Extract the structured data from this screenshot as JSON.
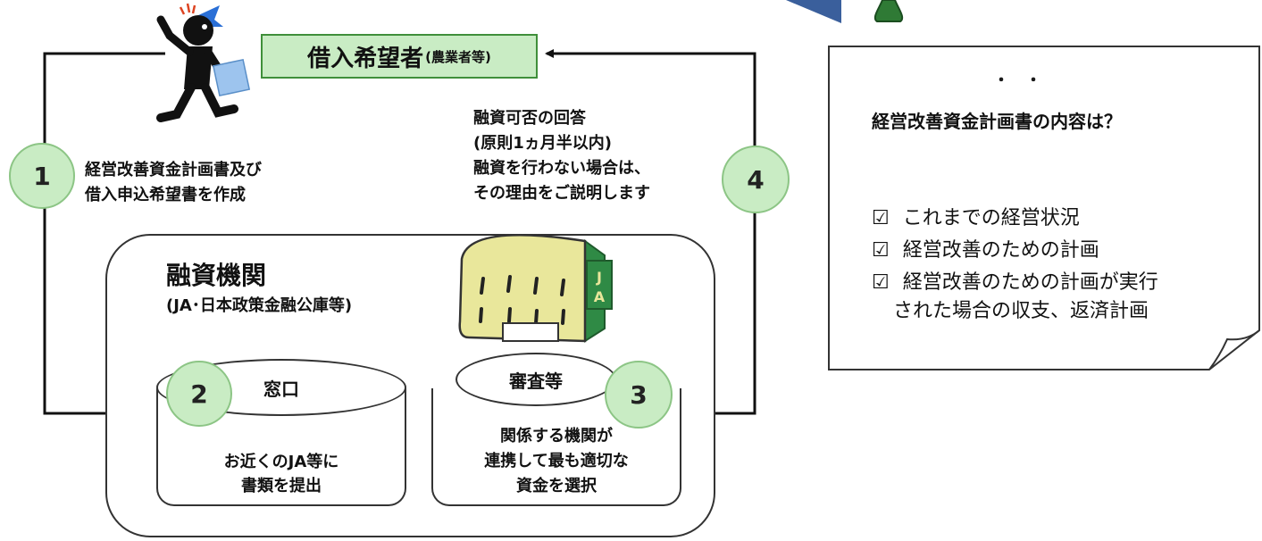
{
  "borrower": {
    "title": "借入希望者",
    "subtitle": "(農業者等)"
  },
  "steps": [
    {
      "number": "1",
      "lines": [
        "経営改善資金計画書及び",
        "借入申込希望書を作成"
      ]
    },
    {
      "number": "2",
      "label": "窓口",
      "lines": [
        "お近くのJA等に",
        "書類を提出"
      ]
    },
    {
      "number": "3",
      "label": "審査等",
      "lines": [
        "関係する機関が",
        "連携して最も適切な",
        "資金を選択"
      ]
    },
    {
      "number": "4",
      "lines": [
        "融資可否の回答",
        "(原則1ヵ月半以内)",
        "融資を行わない場合は、",
        "その理由をご説明します"
      ]
    }
  ],
  "institution": {
    "title": "融資機関",
    "subtitle": "(JA･日本政策金融公庫等)",
    "building_sign": [
      "J",
      "A"
    ]
  },
  "note": {
    "dots": "・・",
    "title": "経営改善資金計画書の内容は？",
    "checkbox_symbol": "☑",
    "items": [
      "これまでの経営状況",
      "経営改善のための計画",
      "経営改善のための計画が実行"
    ],
    "item_continuation": "された場合の収支、返済計画"
  },
  "colors": {
    "label_fill": "#c9ecc4",
    "label_border": "#3f8f3a",
    "building": "#e9e79b",
    "building_side": "#2f8a45",
    "pawn": "#2f7a35"
  }
}
